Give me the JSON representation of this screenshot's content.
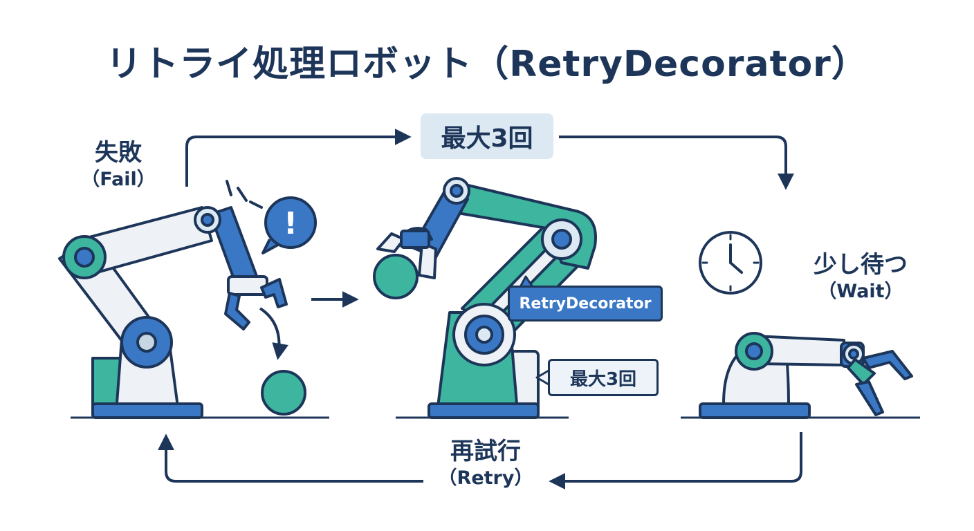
{
  "title": "リトライ処理ロボット（RetryDecorator）",
  "steps": {
    "fail": {
      "jp": "失敗",
      "en": "（Fail）"
    },
    "wait": {
      "jp": "少し待つ",
      "en": "（Wait）"
    },
    "retry": {
      "jp": "再試行",
      "en": "（Retry）"
    }
  },
  "loop_badge": "最大3回",
  "robot_tags": {
    "decorator": "RetryDecorator",
    "max_attempts": "最大3回"
  },
  "alert_symbol": "!",
  "icons": [
    "exclamation-speech-bubble-icon",
    "clock-icon",
    "robot-arm-icon",
    "ball-icon",
    "arrow-icon"
  ],
  "colors": {
    "navy": "#1c3559",
    "blue": "#3a78c6",
    "teal": "#3db59f",
    "light_gray": "#eef2f6",
    "badge_bg": "#dce9f3"
  }
}
